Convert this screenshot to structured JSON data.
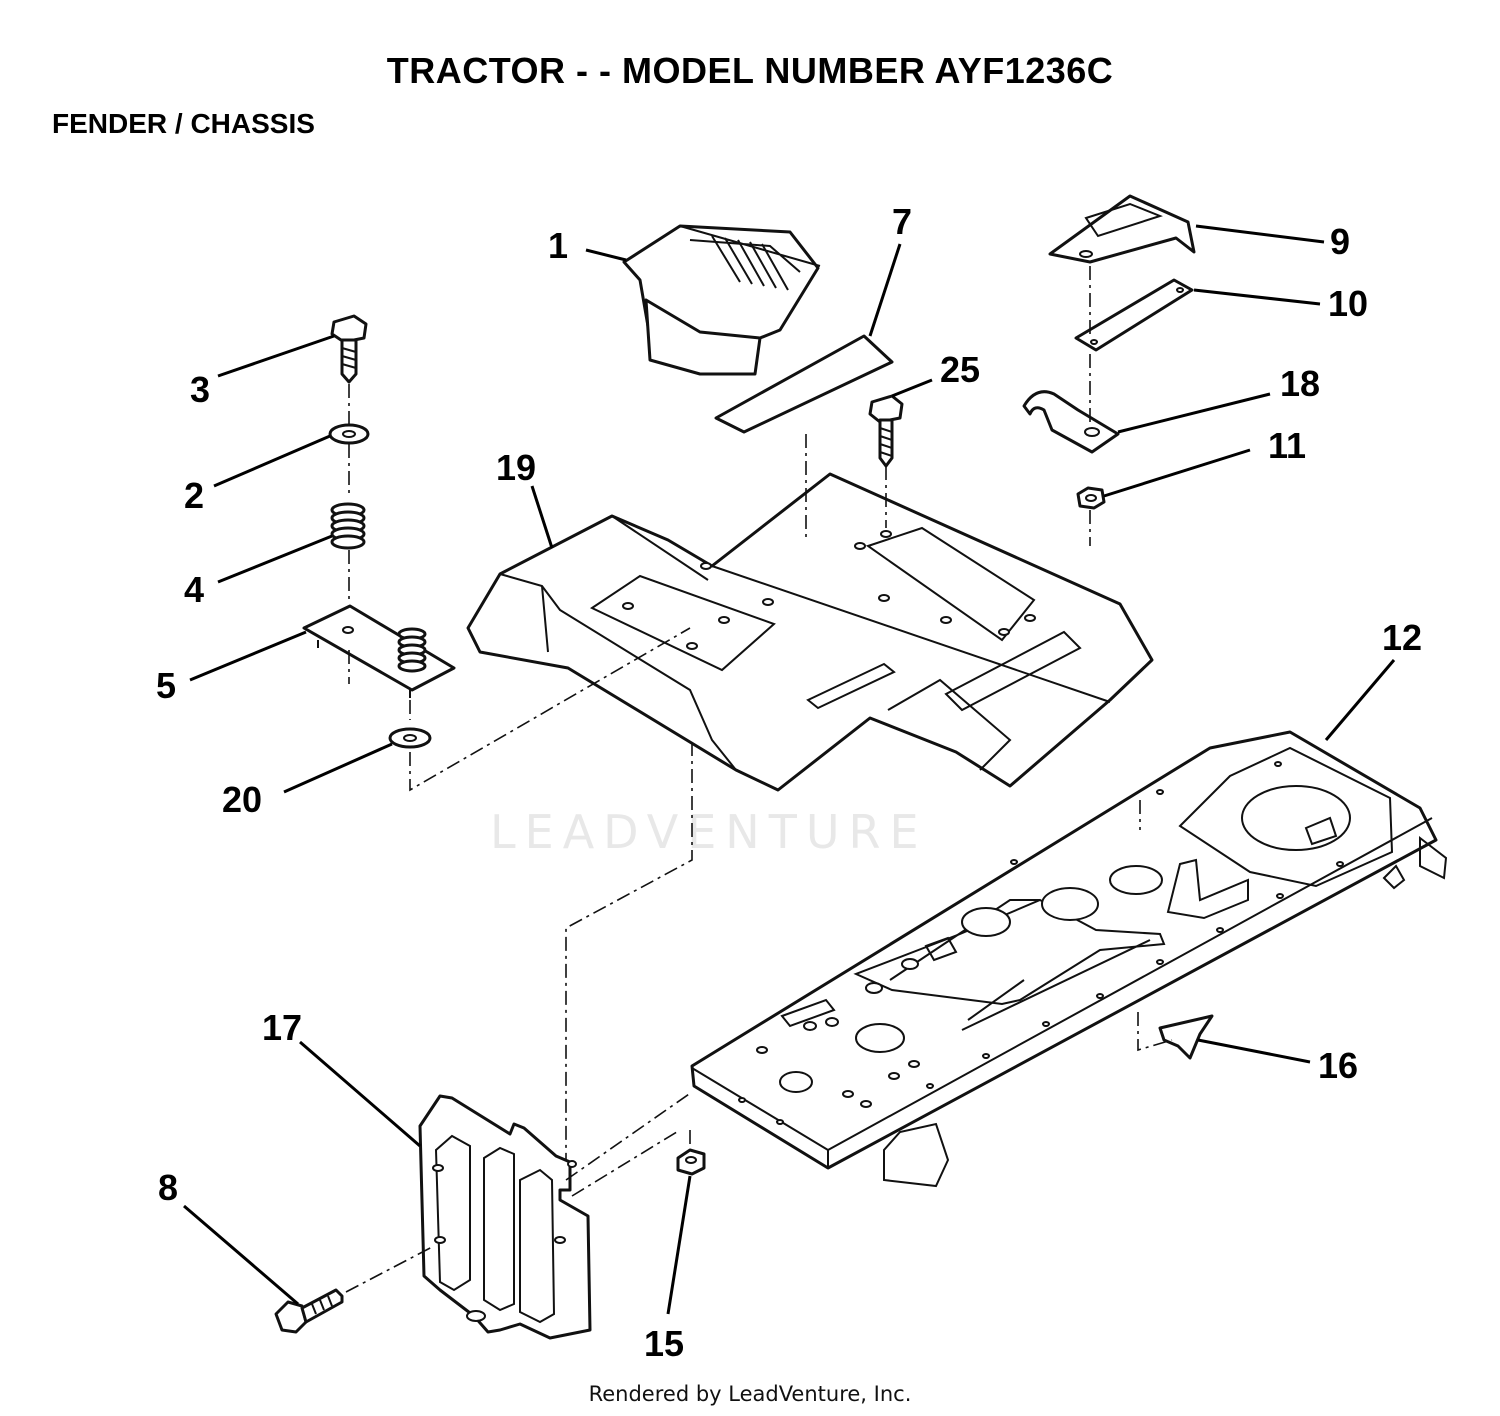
{
  "diagram": {
    "title": "TRACTOR - - MODEL NUMBER AYF1236C",
    "section": "FENDER / CHASSIS",
    "watermark": "LEADVENTURE",
    "footer": "Rendered by LeadVenture, Inc.",
    "callouts": [
      {
        "id": "1",
        "label": "1"
      },
      {
        "id": "2",
        "label": "2"
      },
      {
        "id": "3",
        "label": "3"
      },
      {
        "id": "4",
        "label": "4"
      },
      {
        "id": "5",
        "label": "5"
      },
      {
        "id": "7",
        "label": "7"
      },
      {
        "id": "8",
        "label": "8"
      },
      {
        "id": "9",
        "label": "9"
      },
      {
        "id": "10",
        "label": "10"
      },
      {
        "id": "11",
        "label": "11"
      },
      {
        "id": "12",
        "label": "12"
      },
      {
        "id": "15",
        "label": "15"
      },
      {
        "id": "16",
        "label": "16"
      },
      {
        "id": "17",
        "label": "17"
      },
      {
        "id": "18",
        "label": "18"
      },
      {
        "id": "19",
        "label": "19"
      },
      {
        "id": "20",
        "label": "20"
      },
      {
        "id": "25",
        "label": "25"
      }
    ]
  }
}
